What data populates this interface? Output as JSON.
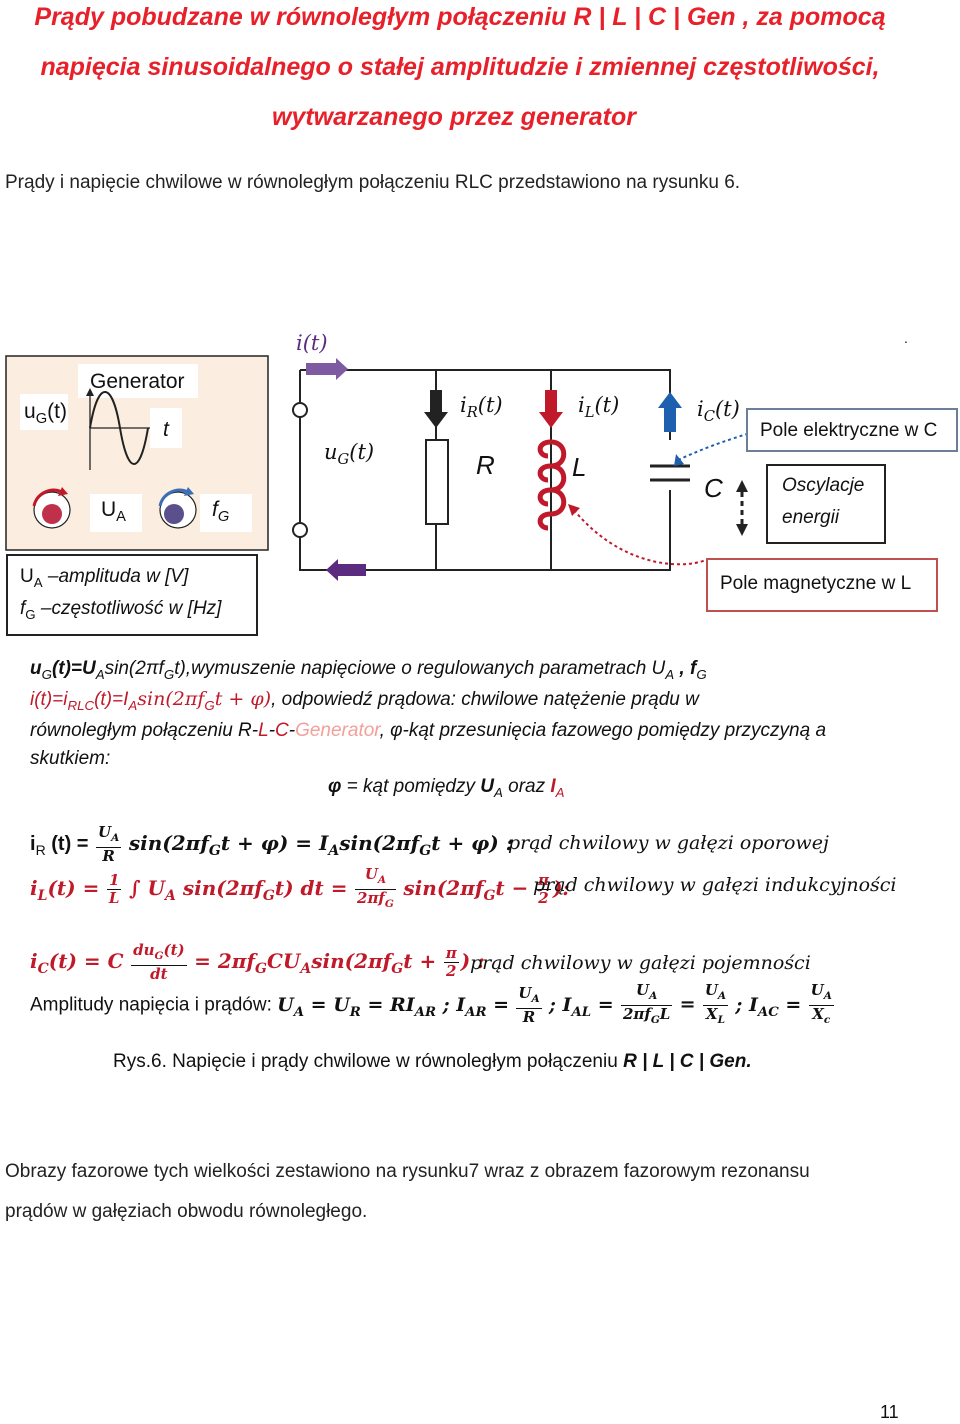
{
  "title": {
    "line1": "Prądy pobudzane w równoległym połączeniu R | L | C | Gen , za pomocą",
    "line2": "napięcia sinusoidalnego o stałej amplitudzie i zmiennej częstotliwości,",
    "line3": "wytwarzanego przez generator"
  },
  "intro": "Prądy i napięcie chwilowe w równoległym połączeniu RLC przedstawiono na rysunku 6.",
  "diagram": {
    "it": "i(t)",
    "generator": "Generator",
    "t": "t",
    "ug_left": "u",
    "ug_sub": "G",
    "ug_tail": "(t)",
    "ua": "U",
    "ua_sub": "A",
    "fg": "f",
    "fg_sub": "G",
    "ug_mid": "u",
    "ug_mid_sub": "G",
    "ug_mid_tail": "(t)",
    "ir": "i",
    "ir_sub": "R",
    "ir_tail": "(t)",
    "il": "i",
    "il_sub": "L",
    "il_tail": "(t)",
    "ic": "i",
    "ic_sub": "C",
    "ic_tail": "(t)",
    "R": "R",
    "L": "L",
    "C": "C",
    "dot": ".",
    "pole_e": "Pole elektryczne w C",
    "osc1": "Oscylacje",
    "osc2": "energii",
    "pole_m": "Pole magnetyczne w L",
    "legend1": "U",
    "legend1_sub": "A",
    "legend1_tail": " –amplituda w [V]",
    "legend2": "f",
    "legend2_sub": "G",
    "legend2_tail": " –częstotliwość w [Hz]"
  },
  "para": {
    "l1": "u",
    "l1_sub": "G",
    "l1_a": "(t)=U",
    "l1_sub2": "A",
    "l1_b": "sin(2πf",
    "l1_sub3": "G",
    "l1_c": "t),wymuszenie napięciowe o regulowanych parametrach U",
    "l1_sub4": "A",
    "l1_d": " , f",
    "l1_sub5": "G",
    "l2_a": "i(t)=i",
    "l2_sub": "RLC",
    "l2_b": "(t)=I",
    "l2_sub2": "A",
    "l2_c": "sin(2πf",
    "l2_sub3": "G",
    "l2_d": "t + φ)",
    "l2_e": ", odpowiedź prądowa: chwilowe natężenie prądu w",
    "l3_a": "równoległym połączeniu R-",
    "l3_b": "L",
    "l3_c": "-",
    "l3_d": "C",
    "l3_e": "-",
    "l3_f": "Generator",
    "l3_g": ", φ-kąt przesunięcia fazowego pomiędzy przyczyną a",
    "l4": "skutkiem:",
    "phi_a": "φ",
    "phi_b": " = kąt pomiędzy ",
    "phi_c": "U",
    "phi_sub": "A",
    "phi_d": " oraz ",
    "phi_e": "I",
    "phi_sub2": "A"
  },
  "eq": {
    "ir_lhs": "i",
    "ir_sub": "R",
    "ir_lhs2": " (t) =",
    "ir_num": "U",
    "ir_num_sub": "A",
    "ir_den": "R",
    "ir_mid": "sin(2πf",
    "ir_mid_sub": "G",
    "ir_mid2": "t + φ) = I",
    "ir_mid_sub2": "A",
    "ir_mid3": "sin(2πf",
    "ir_mid_sub3": "G",
    "ir_mid4": "t + φ) :",
    "ir_desc": "prąd chwilowy w gałęzi oporowej",
    "il_lhs": "i",
    "il_sub": "L",
    "il_lhs2": "(t) =",
    "il_num": "1",
    "il_den": "L",
    "il_mid": "∫ U",
    "il_mid_sub": "A",
    "il_mid2": " sin(2πf",
    "il_mid_sub2": "G",
    "il_mid3": "t) dt =",
    "il_num2": "U",
    "il_num2_sub": "A",
    "il_den2": "2πf",
    "il_den2_sub": "G",
    "il_mid4": "sin⁡(2πf",
    "il_mid_sub4": "G",
    "il_mid5": "t −",
    "il_num3": "π",
    "il_den3": "2",
    "il_mid6": "):",
    "il_desc": "prąd chwilowy w gałęzi indukcyjności",
    "ic_lhs": "i",
    "ic_sub": "C",
    "ic_lhs2": "(t) = C",
    "ic_num": "du",
    "ic_num_sub": "G",
    "ic_num2": "(t)",
    "ic_den": "dt",
    "ic_mid": "= 2πf",
    "ic_mid_sub": "G",
    "ic_mid2": "CU",
    "ic_mid_sub2": "A",
    "ic_mid3": "sin⁡(2πf",
    "ic_mid_sub3": "G",
    "ic_mid4": "t +",
    "ic_num3": "π",
    "ic_den3": "2",
    "ic_mid5": ") :",
    "ic_desc": "prąd chwilowy w gałęzi pojemności",
    "amp_text": "Amplitudy napięcia i prądów: ",
    "amp1": "U",
    "amp1_sub": "A",
    "amp2": " = U",
    "amp2_sub": "R",
    "amp3": " = RI",
    "amp3_sub": "AR",
    "amp4": " ; I",
    "amp4_sub": "AR",
    "amp5": " =",
    "amp_f1n": "U",
    "amp_f1n_sub": "A",
    "amp_f1d": "R",
    "amp6": " ; I",
    "amp6_sub": "AL",
    "amp7": " =",
    "amp_f2n": "U",
    "amp_f2n_sub": "A",
    "amp_f2d": "2πf",
    "amp_f2d_sub": "G",
    "amp_f2d2": "L",
    "amp8": " =",
    "amp_f3n": "U",
    "amp_f3n_sub": "A",
    "amp_f3d": "X",
    "amp_f3d_sub": "L",
    "amp9": " ; I",
    "amp9_sub": "AC",
    "amp10": " =",
    "amp_f4n": "U",
    "amp_f4n_sub": "A",
    "amp_f4d": "X",
    "amp_f4d_sub": "c"
  },
  "caption": {
    "a": "Rys.6. Napięcie i prądy chwilowe w równoległym połączeniu ",
    "b": "R | L | C | Gen."
  },
  "outro": {
    "l1": "Obrazy fazorowe tych wielkości zestawiono na rysunku7 wraz z obrazem fazorowym rezonansu",
    "l2": "prądów w gałęziach obwodu równoległego."
  },
  "page_number": "11",
  "colors": {
    "title": "#e8202a",
    "arrow": "#6a3d8f",
    "accent_red": "#c0192a"
  }
}
